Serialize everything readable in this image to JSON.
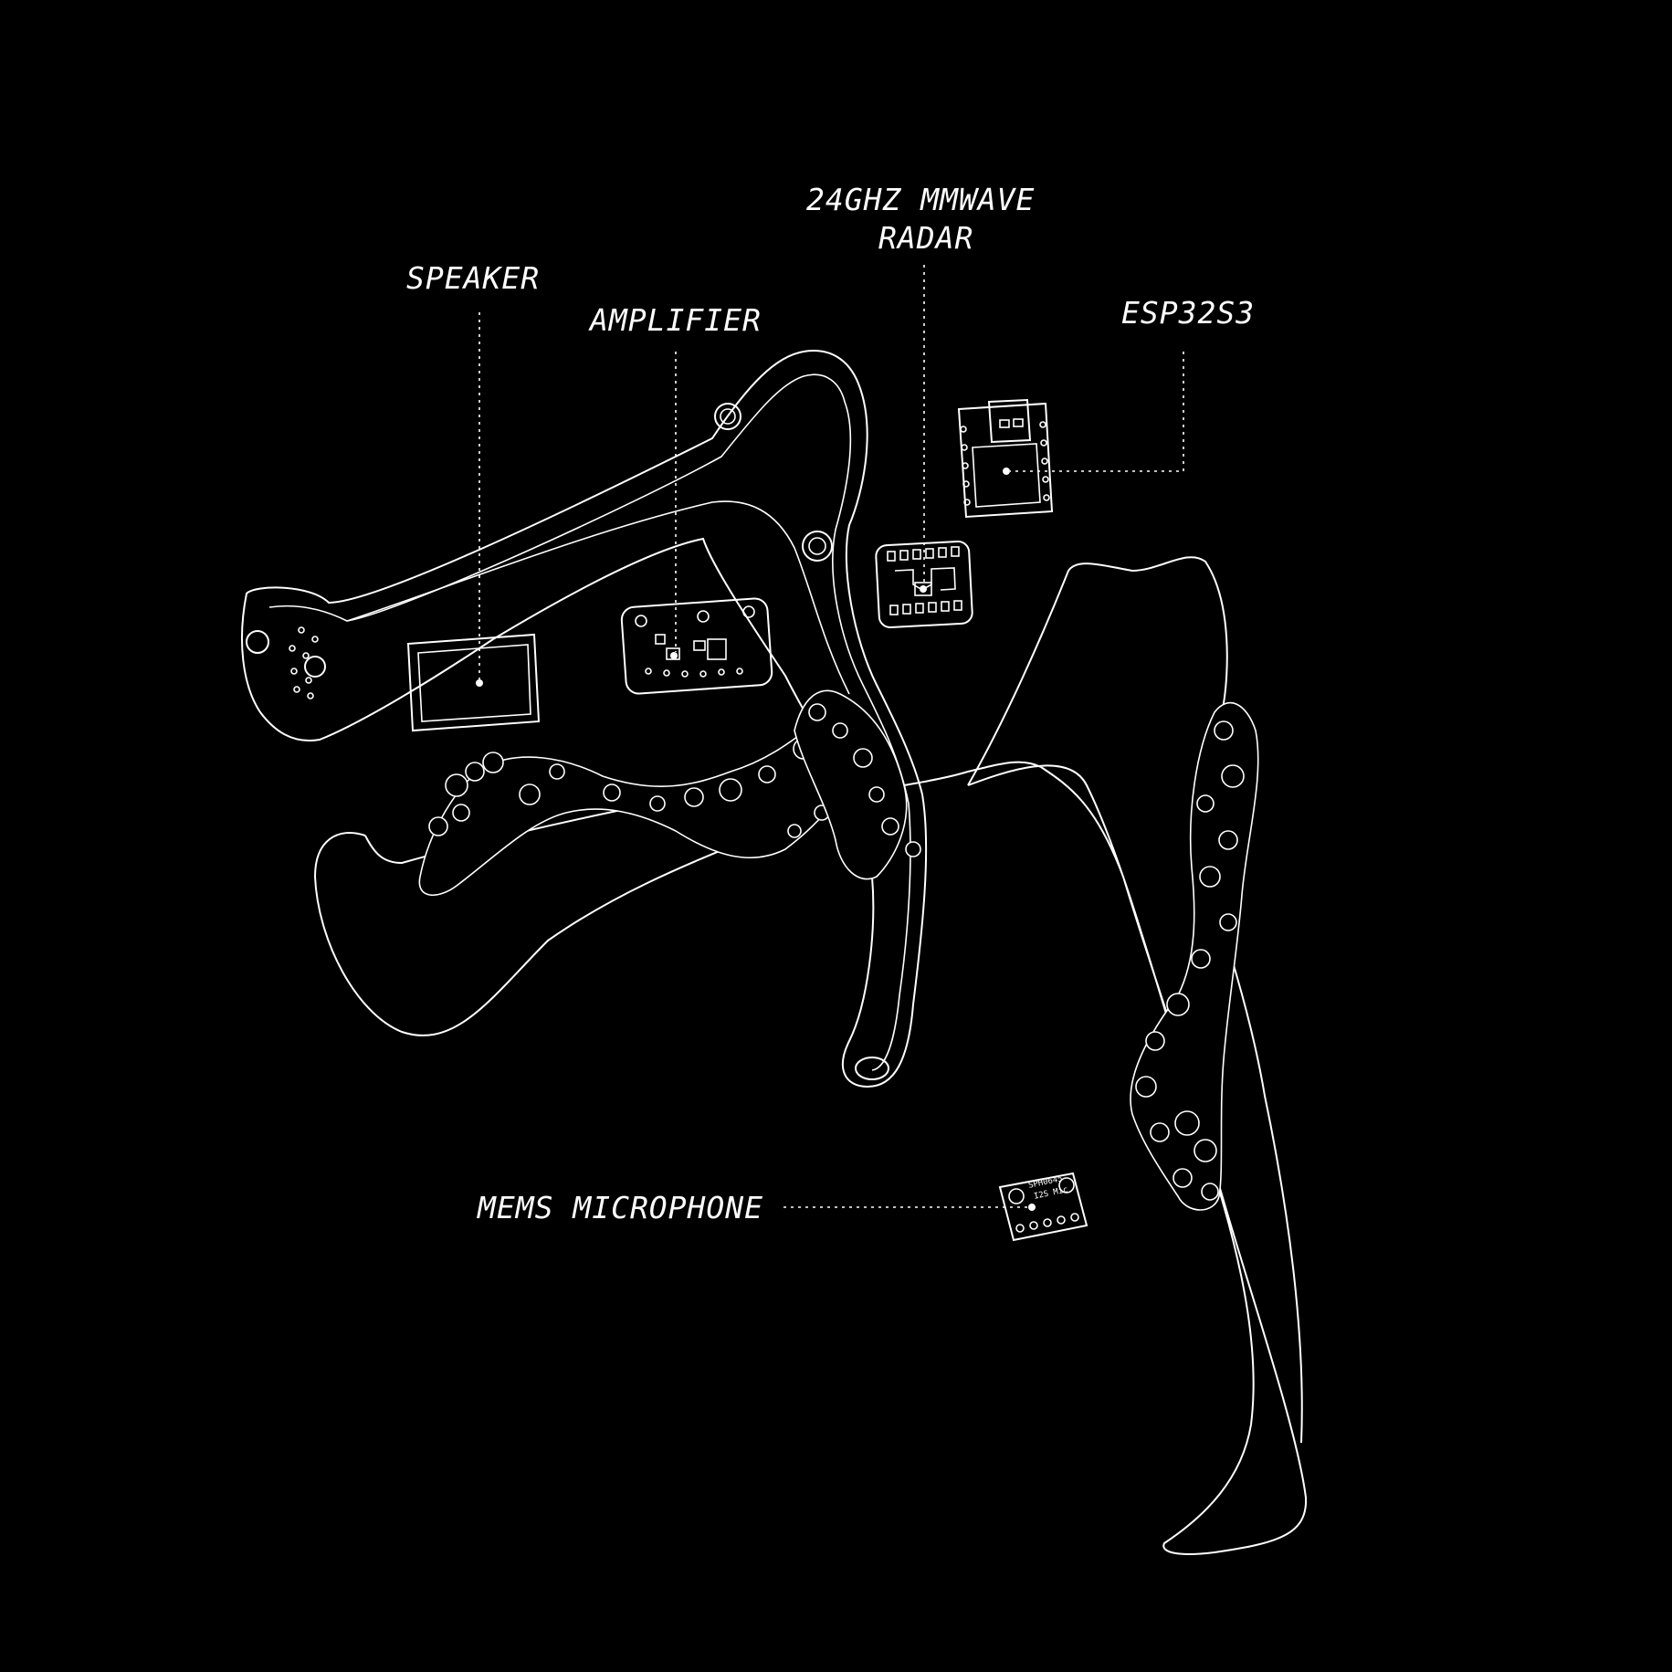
{
  "diagram": {
    "background": "#000000",
    "stroke_color": "#ffffff",
    "labels": {
      "speaker": "SPEAKER",
      "amplifier": "AMPLIFIER",
      "radar_line1": "24GHZ MMWAVE",
      "radar_line2": "RADAR",
      "esp": "ESP32S3",
      "mic": "MEMS MICROPHONE"
    },
    "chip_text": {
      "mic_board_title": "SPH0645",
      "mic_board_sub": "I2S Mic"
    }
  }
}
